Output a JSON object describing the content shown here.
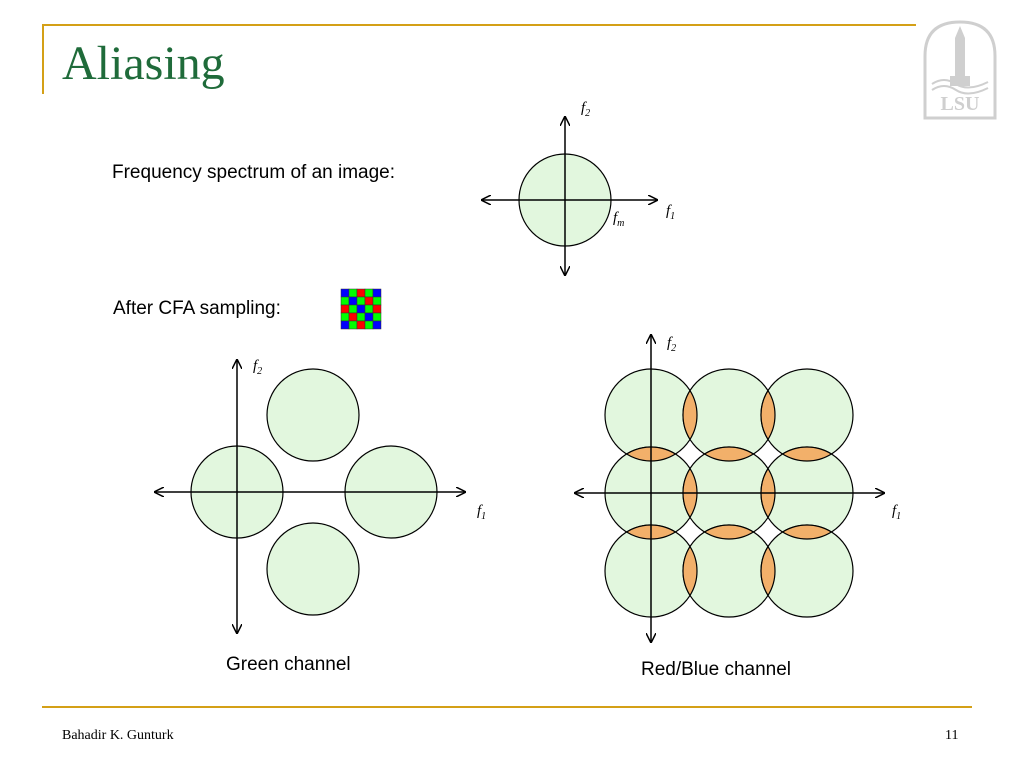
{
  "slide": {
    "title": "Aliasing",
    "spectrum_label": "Frequency spectrum of an image:",
    "cfa_label": "After CFA sampling:",
    "green_caption": "Green channel",
    "redblue_caption": "Red/Blue channel",
    "footer_author": "Bahadir K. Gunturk",
    "page_number": "11"
  },
  "axes": {
    "f1": {
      "base": "f",
      "sub": "1"
    },
    "f2": {
      "base": "f",
      "sub": "2"
    },
    "fm": {
      "base": "f",
      "sub": "m"
    }
  },
  "logo": {
    "text": "LSU"
  },
  "colors": {
    "title": "#1f6b3a",
    "rule": "#d4a017",
    "circle_fill": "#e2f7de",
    "overlap_fill": "#f2b06a",
    "logo": "#cfcfcf"
  },
  "cfa_pattern": [
    [
      "B",
      "G",
      "R",
      "G",
      "B"
    ],
    [
      "G",
      "B",
      "G",
      "R",
      "G"
    ],
    [
      "R",
      "G",
      "B",
      "G",
      "R"
    ],
    [
      "G",
      "R",
      "G",
      "B",
      "G"
    ],
    [
      "B",
      "G",
      "R",
      "G",
      "B"
    ]
  ],
  "cfa_colors": {
    "R": "#ff0000",
    "G": "#00ff00",
    "B": "#0000ff"
  }
}
